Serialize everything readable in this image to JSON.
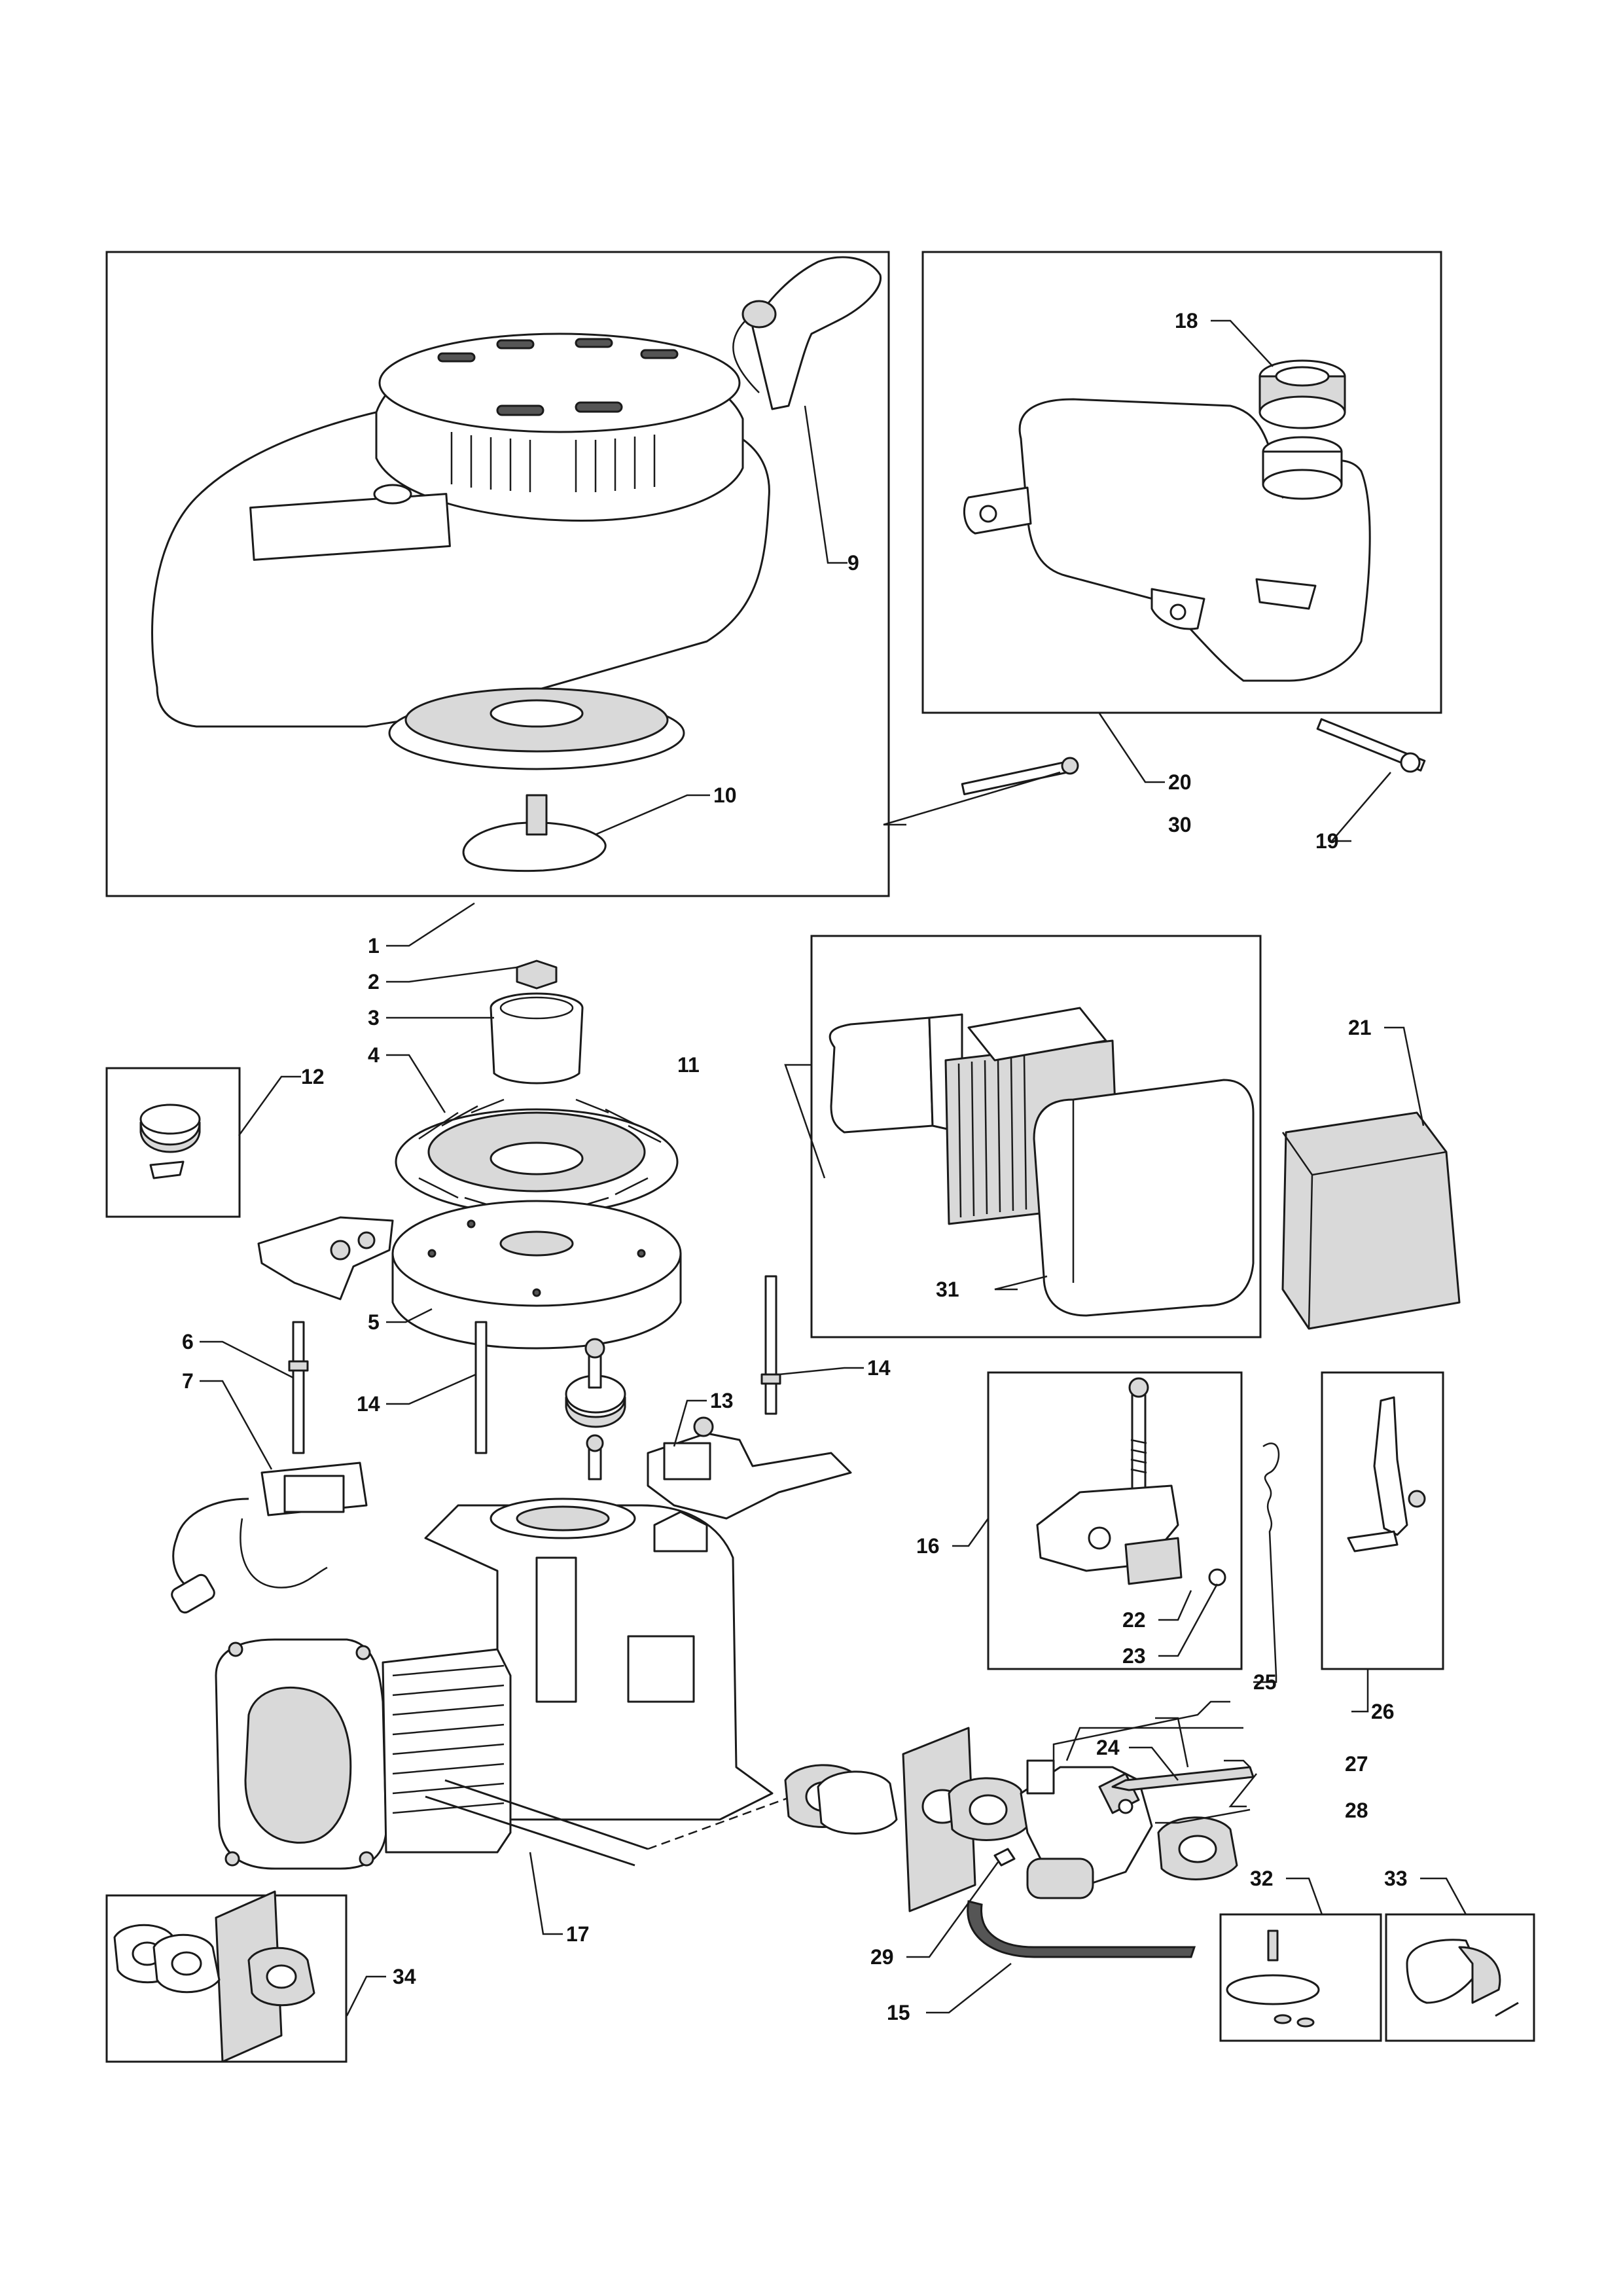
{
  "callouts": {
    "n1": "1",
    "n2": "2",
    "n3": "3",
    "n4": "4",
    "n5": "5",
    "n6": "6",
    "n7": "7",
    "n9": "9",
    "n10": "10",
    "n11": "11",
    "n12": "12",
    "n13": "13",
    "n14a": "14",
    "n14b": "14",
    "n15": "15",
    "n16": "16",
    "n17": "17",
    "n18": "18",
    "n19": "19",
    "n20": "20",
    "n21": "21",
    "n22": "22",
    "n23": "23",
    "n24": "24",
    "n25": "25",
    "n26": "26",
    "n27": "27",
    "n28": "28",
    "n29": "29",
    "n30": "30",
    "n31": "31",
    "n32": "32",
    "n33": "33",
    "n34": "34"
  }
}
